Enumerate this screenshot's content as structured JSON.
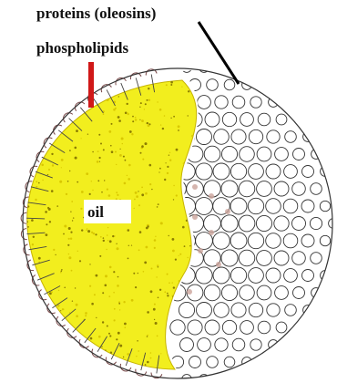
{
  "labels": {
    "proteins": "proteins (oleosins)",
    "phospholipids": "phospholipids",
    "oil": "oil"
  },
  "colors": {
    "oil": "#f2ee1e",
    "oil_dark": "#d9c800",
    "protein_outline": "#333333",
    "phospholipid_arrow": "#d01818",
    "protein_arrow": "#000000",
    "gap_fill": "#caa39a"
  },
  "icons": {
    "proteins": "circle-cluster-icon",
    "phospholipids": "lipid-head-icon"
  }
}
